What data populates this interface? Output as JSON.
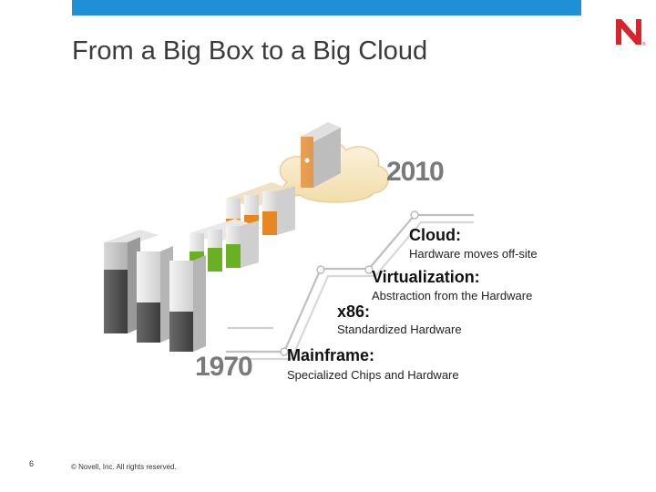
{
  "slide": {
    "title": "From a Big Box to a Big Cloud",
    "page_number": "6",
    "footer": "© Novell, Inc. All rights reserved.",
    "logo_letter": "N"
  },
  "timeline": {
    "start_year": "1970",
    "end_year": "2010",
    "stages": [
      {
        "heading": "Cloud:",
        "description": "Hardware moves off-site"
      },
      {
        "heading": "Virtualization:",
        "description": "Abstraction from the Hardware"
      },
      {
        "heading": "x86:",
        "description": "Standardized Hardware"
      },
      {
        "heading": "Mainframe:",
        "description": "Specialized Chips and Hardware"
      }
    ]
  },
  "colors": {
    "accent_bar": "#1f8fd6",
    "logo_red": "#d9232d",
    "orange_server": "#e8861f",
    "green_server": "#6ab023",
    "mainframe_dark": "#555555"
  }
}
